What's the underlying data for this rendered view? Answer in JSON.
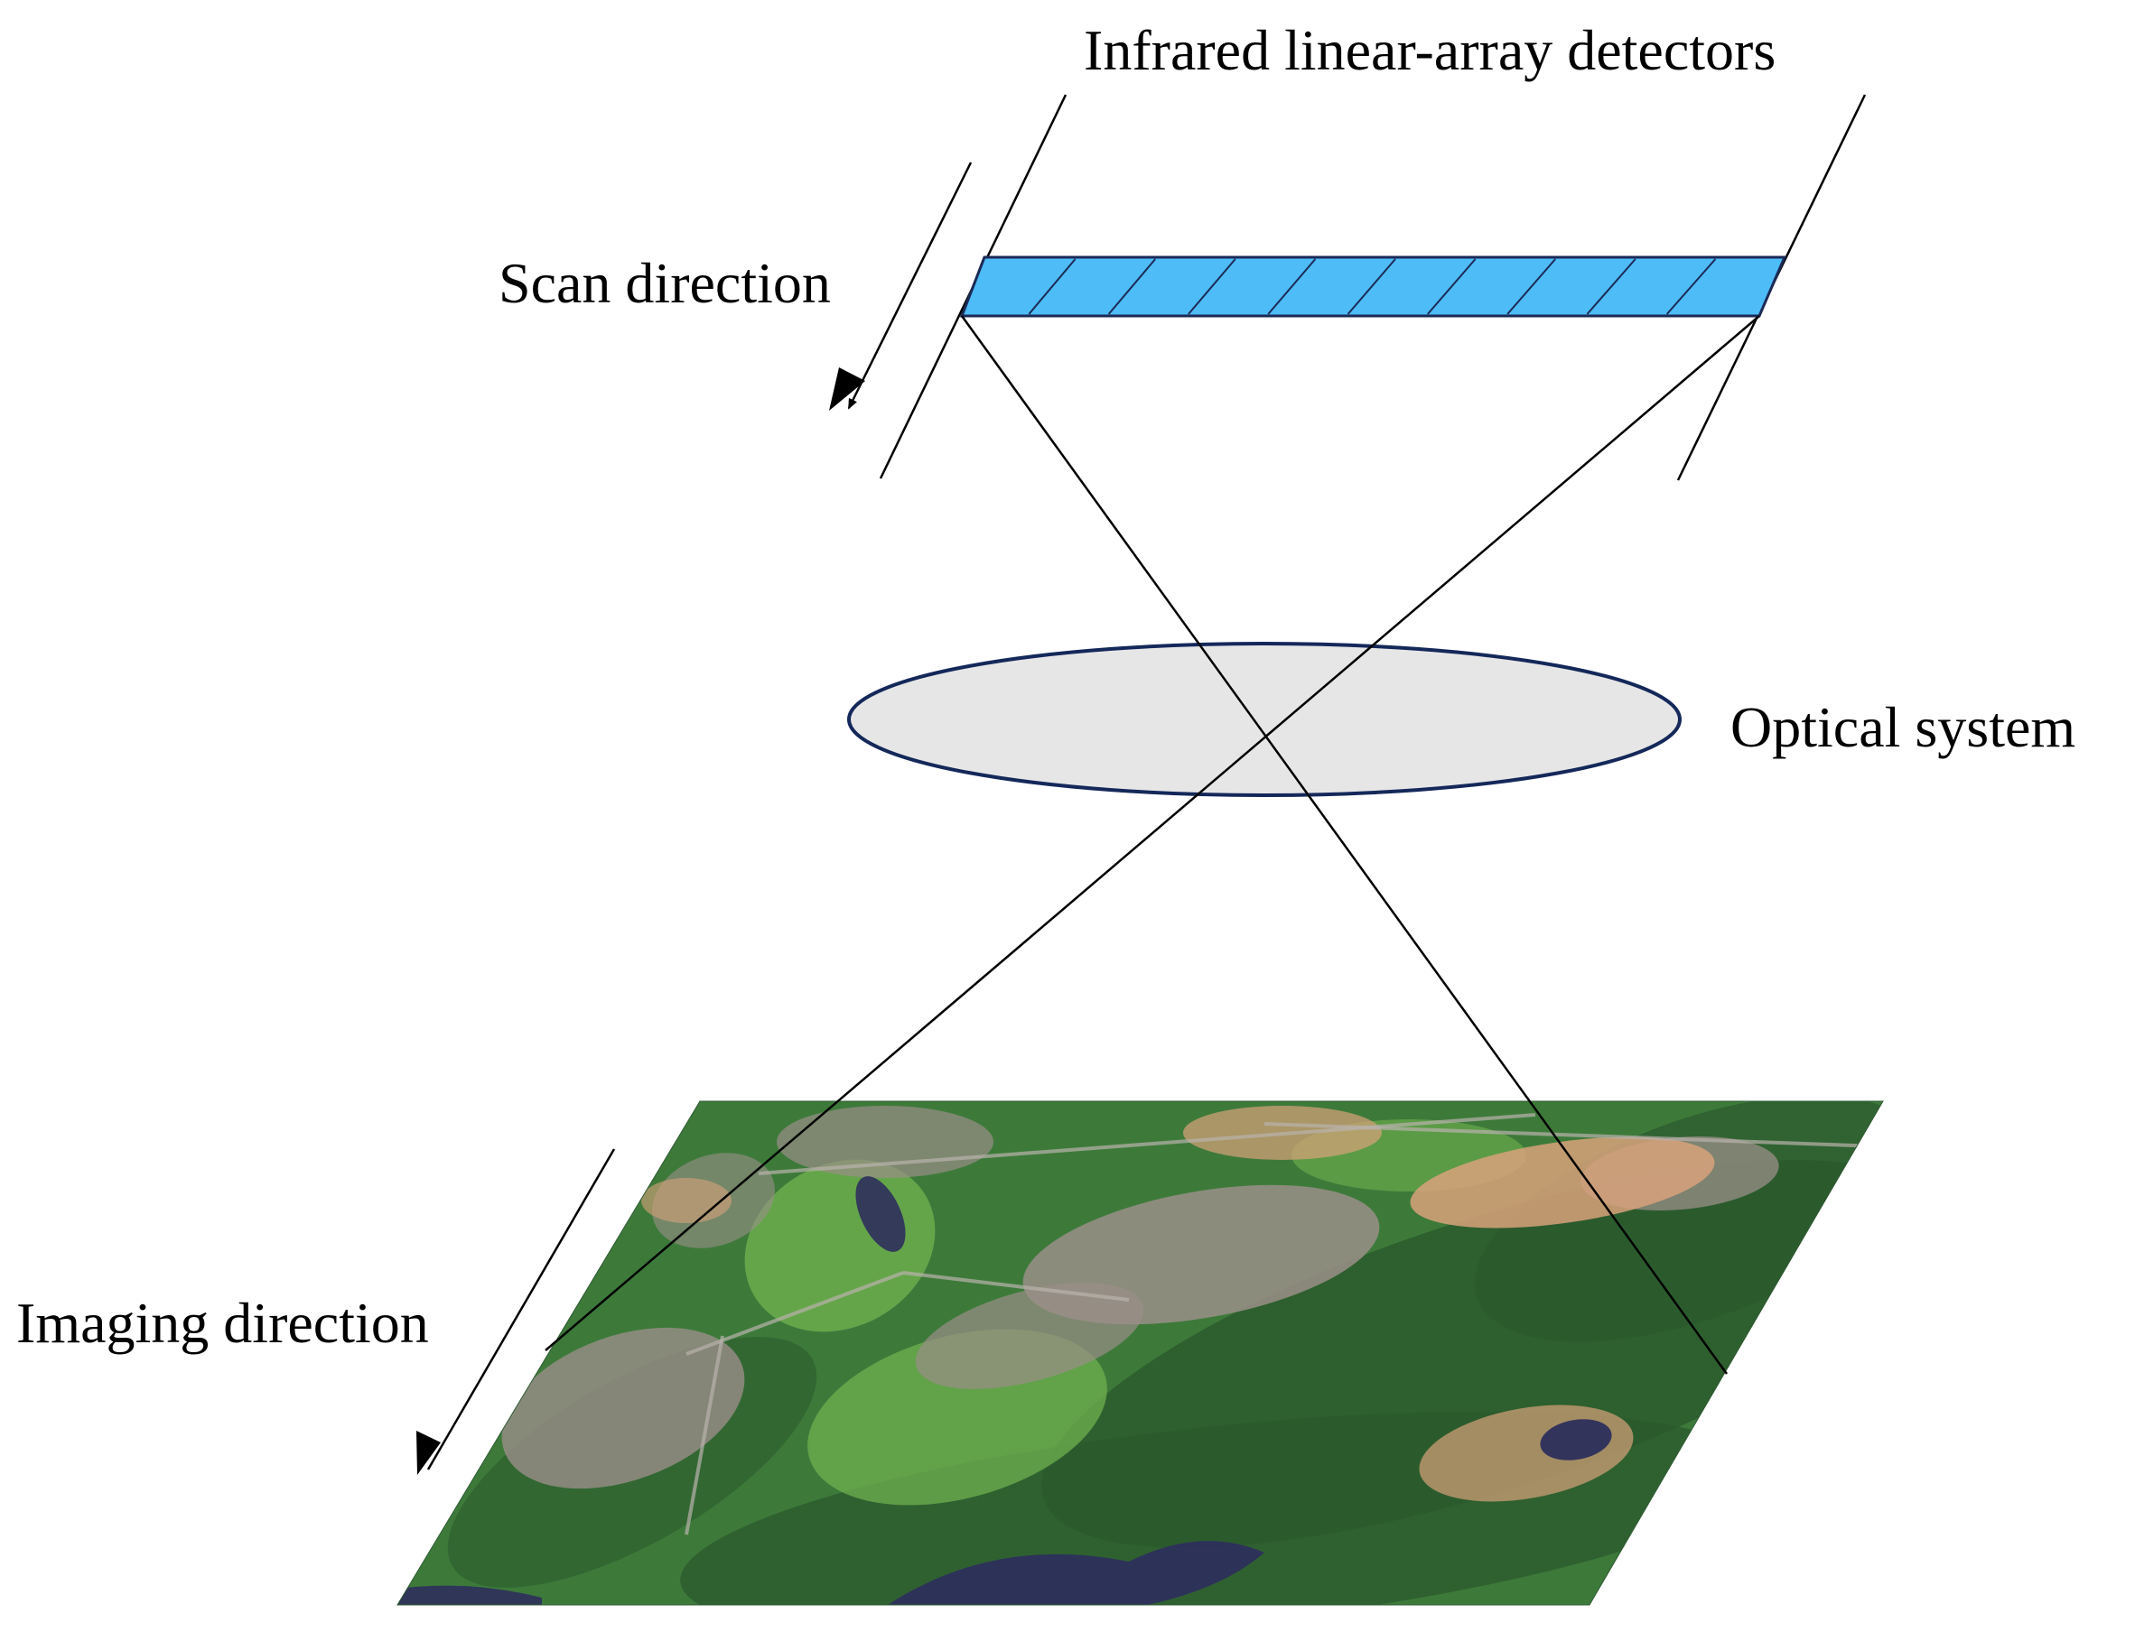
{
  "labels": {
    "detectors": "Infrared linear-array detectors",
    "scan_direction": "Scan direction",
    "optical_system": "Optical system",
    "imaging_direction": "Imaging direction"
  },
  "colors": {
    "detector_fill": "#4dbcf7",
    "detector_stroke": "#1b2a55",
    "lens_fill": "#e6e6e6",
    "lens_stroke": "#14285a",
    "line": "#000000",
    "terrain_forest": "#3d7a3a",
    "terrain_dark_forest": "#2b5a2d",
    "terrain_golf": "#6fb04f",
    "terrain_urban": "#9a8f88",
    "terrain_bare_soil": "#d8a27b",
    "terrain_water": "#2d2f5c"
  },
  "detector_array": {
    "cell_count": 10
  }
}
